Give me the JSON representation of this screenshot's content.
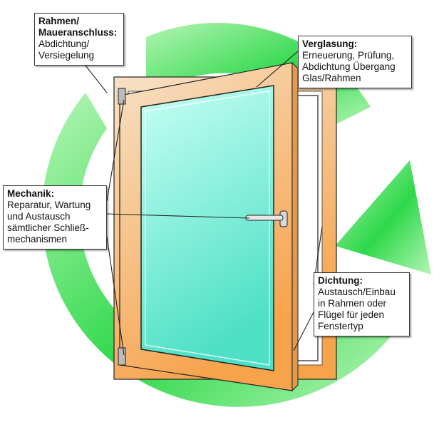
{
  "colors": {
    "cycle_arrow_light": "#b5f5b5",
    "cycle_arrow_dark": "#2ed84a",
    "frame_light": "#f6e2c8",
    "frame_dark": "#f7a34c",
    "glass_light": "#c8fff3",
    "glass_dark": "#4ee0c6",
    "outline": "#222222"
  },
  "callouts": {
    "rahmen": {
      "title": "Rahmen/\nMaueranschluss:",
      "body": "Abdichtung/\nVersiegelung"
    },
    "verglasung": {
      "title": "Verglasung:",
      "body": "Erneuerung, Prüfung,\nAbdichtung Übergang\nGlas/Rahmen"
    },
    "mechanik": {
      "title": "Mechanik:",
      "body": "Reparatur, Wartung\nund Austausch\nsämtlicher Schließ-\nmechanismen"
    },
    "dichtung": {
      "title": "Dichtung:",
      "body": "Austausch/Einbau\nin Rahmen oder\nFlügel für jeden\nFenstertyp"
    }
  }
}
